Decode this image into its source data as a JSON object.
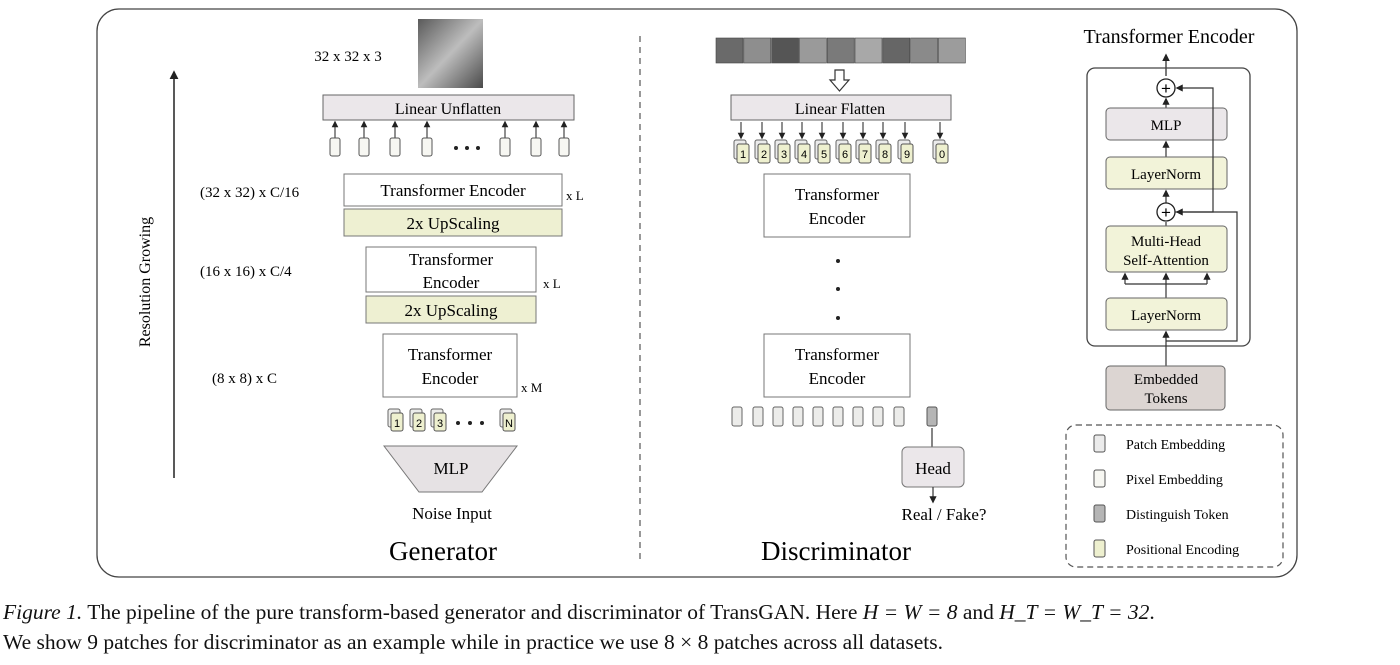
{
  "generator": {
    "title": "Generator",
    "image_size_label": "32 x 32 x 3",
    "linear_unflatten": "Linear Unflatten",
    "stage1_label": "(32 x 32) x C/16",
    "stage1_encoder": "Transformer Encoder",
    "stage1_repeat": "x L",
    "upscaling_1": "2x UpScaling",
    "stage2_label": "(16 x 16) x C/4",
    "stage2_encoder_line1": "Transformer",
    "stage2_encoder_line2": "Encoder",
    "stage2_repeat": "x L",
    "upscaling_2": "2x UpScaling",
    "stage3_label": "(8 x 8) x C",
    "stage3_encoder_line1": "Transformer",
    "stage3_encoder_line2": "Encoder",
    "stage3_repeat": "x M",
    "noise_tokens": [
      "1",
      "2",
      "3",
      "N"
    ],
    "mlp": "MLP",
    "noise_input": "Noise Input",
    "axis_label": "Resolution Growing"
  },
  "discriminator": {
    "title": "Discriminator",
    "linear_flatten": "Linear Flatten",
    "patch_tokens": [
      "1",
      "2",
      "3",
      "4",
      "5",
      "6",
      "7",
      "8",
      "9",
      "0"
    ],
    "encoder_top_line1": "Transformer",
    "encoder_top_line2": "Encoder",
    "encoder_bottom_line1": "Transformer",
    "encoder_bottom_line2": "Encoder",
    "head": "Head",
    "output": "Real / Fake?"
  },
  "transformer_encoder": {
    "title": "Transformer Encoder",
    "mlp": "MLP",
    "layernorm_top": "LayerNorm",
    "attention_line1": "Multi-Head",
    "attention_line2": "Self-Attention",
    "layernorm_bottom": "LayerNorm",
    "embedded_line1": "Embedded",
    "embedded_line2": "Tokens",
    "add_symbol": "+"
  },
  "legend": {
    "items": [
      {
        "label": "Patch Embedding",
        "color": "#ebebeb"
      },
      {
        "label": "Pixel Embedding",
        "color": "#f7f7f2"
      },
      {
        "label": "Distinguish Token",
        "color": "#b5b5b5"
      },
      {
        "label": "Positional Encoding",
        "color": "#eef0cf"
      }
    ]
  },
  "colors": {
    "box_fill": "#ffffff",
    "linear_fill": "#ebe7ea",
    "upscale_fill": "#eef0d2",
    "token_fill": "#ececea",
    "embedded_fill": "#dcd5d2",
    "layernorm_fill": "#f2f3d9"
  },
  "caption": {
    "figure_label": "Figure 1.",
    "line1_text": " The pipeline of the pure transform-based generator and discriminator of TransGAN. Here ",
    "math1": "H = W = 8",
    "line1_and": " and ",
    "math2": "H_T = W_T = 32",
    "line1_end": ".",
    "line2": "We show 9 patches for discriminator as an example while in practice we use 8 × 8 patches across all datasets."
  }
}
